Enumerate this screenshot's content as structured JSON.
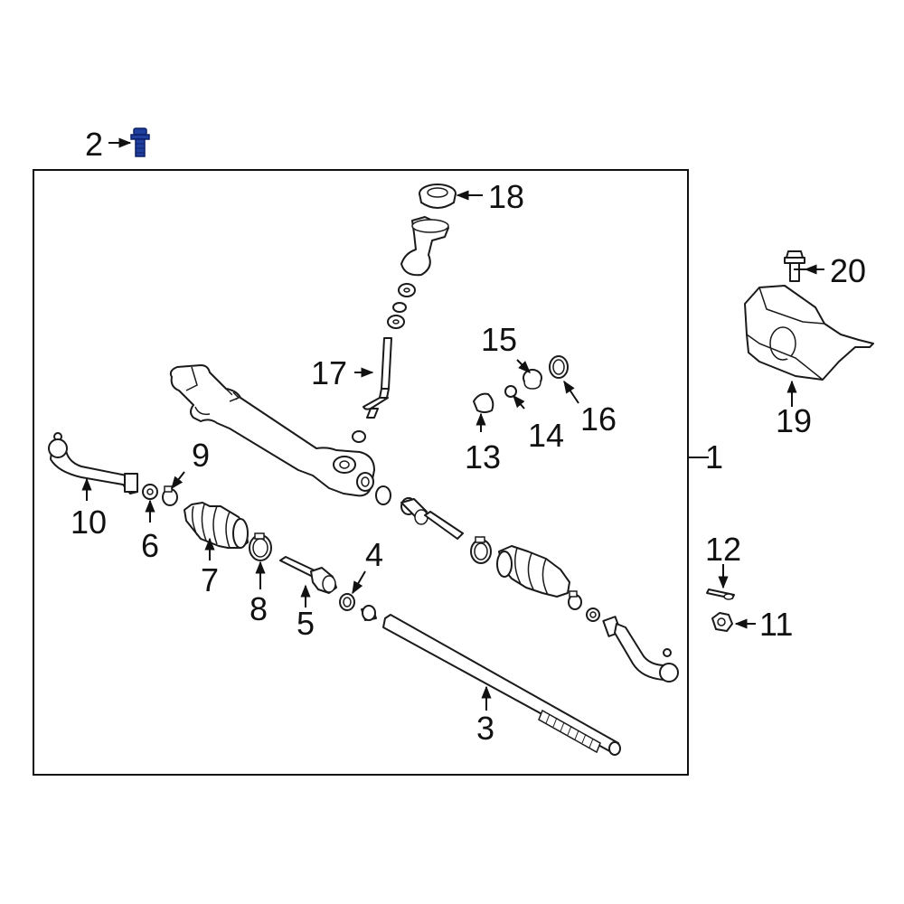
{
  "diagram": {
    "callouts": [
      {
        "id": "1",
        "text": "1"
      },
      {
        "id": "2",
        "text": "2"
      },
      {
        "id": "3",
        "text": "3"
      },
      {
        "id": "4",
        "text": "4"
      },
      {
        "id": "5",
        "text": "5"
      },
      {
        "id": "6",
        "text": "6"
      },
      {
        "id": "7",
        "text": "7"
      },
      {
        "id": "8",
        "text": "8"
      },
      {
        "id": "9",
        "text": "9"
      },
      {
        "id": "10",
        "text": "10"
      },
      {
        "id": "11",
        "text": "11"
      },
      {
        "id": "12",
        "text": "12"
      },
      {
        "id": "13",
        "text": "13"
      },
      {
        "id": "14",
        "text": "14"
      },
      {
        "id": "15",
        "text": "15"
      },
      {
        "id": "16",
        "text": "16"
      },
      {
        "id": "17",
        "text": "17"
      },
      {
        "id": "18",
        "text": "18"
      },
      {
        "id": "19",
        "text": "19"
      },
      {
        "id": "20",
        "text": "20"
      }
    ],
    "colors": {
      "line": "#1a1a1a",
      "highlight_bolt": "#1f3f9f",
      "background": "#ffffff"
    }
  }
}
